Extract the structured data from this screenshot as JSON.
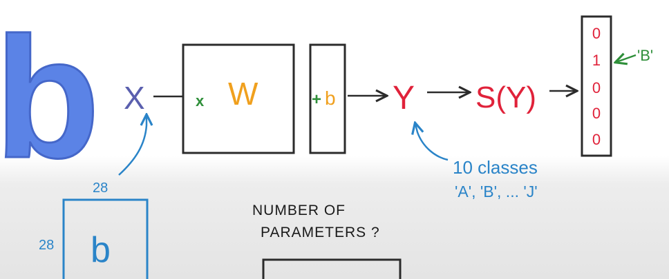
{
  "logo": {
    "letter": "b"
  },
  "input": {
    "label": "X",
    "size_top": "28",
    "size_side": "28",
    "letter": "b"
  },
  "weights": {
    "op": "x",
    "label": "W"
  },
  "bias": {
    "op": "+",
    "label": "b"
  },
  "output": {
    "label": "Y"
  },
  "softmax": {
    "label": "S(Y)"
  },
  "one_hot": {
    "values": [
      "0",
      "1",
      "0",
      "0",
      "0"
    ],
    "label": "'B'"
  },
  "annotation": {
    "line1": "10 classes",
    "line2": "'A', 'B', ... 'J'"
  },
  "question": {
    "line1": "NUMBER OF",
    "line2": "PARAMETERS ?"
  },
  "colors": {
    "ink": "#2b2b2b",
    "x_purple": "#5a5fae",
    "w_orange": "#f0a01e",
    "op_green": "#2f8f3a",
    "y_red": "#e0223a",
    "annot_blue": "#2a84c8",
    "logo_blue": "#5b83e6"
  }
}
